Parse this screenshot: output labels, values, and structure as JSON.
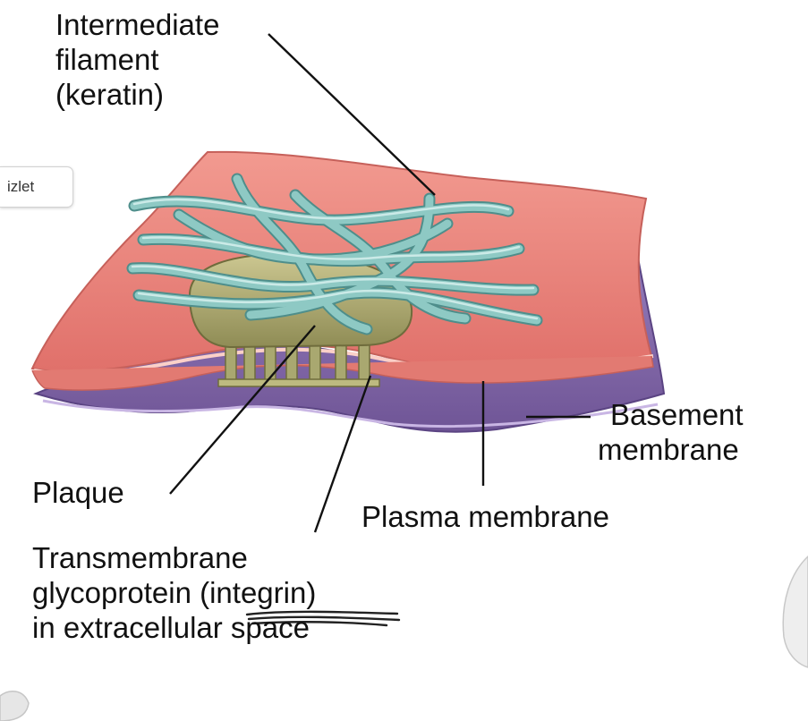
{
  "labels": {
    "intermediate": [
      "Intermediate",
      "filament",
      "(keratin)"
    ],
    "basement": [
      "Basement",
      "membrane"
    ],
    "plaque": "Plaque",
    "plasma": "Plasma membrane",
    "transmembrane": [
      "Transmembrane",
      "glycoprotein (integrin)",
      "in extracellular space"
    ]
  },
  "badge": {
    "text": "izlet"
  },
  "colors": {
    "cell_membrane": "#ee8a80",
    "basement_membrane": "#8c6eb0",
    "plaque": "#b7b27c",
    "filament": "#7fb9b5",
    "leader": "#111111"
  }
}
